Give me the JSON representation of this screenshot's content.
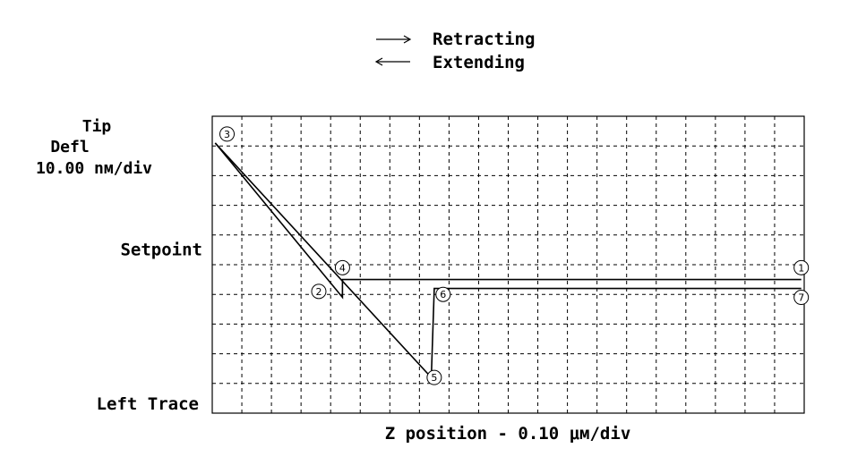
{
  "chart_data": {
    "type": "line",
    "legend": [
      {
        "direction": "right",
        "label": "Retracting"
      },
      {
        "direction": "left",
        "label": "Extending"
      }
    ],
    "ylabel_lines": [
      "Tip",
      "Defl",
      "10.00 nм/div"
    ],
    "xlabel": "Z position - 0.10 μм/div",
    "y_annotations": [
      {
        "label": "Setpoint",
        "y": 5.5
      },
      {
        "label": "Left Trace",
        "y": 0
      }
    ],
    "xlim": [
      0,
      20
    ],
    "ylim": [
      0,
      10
    ],
    "grid": true,
    "series": [
      {
        "points": [
          {
            "x": 0.1,
            "y": 9.1
          },
          {
            "x": 4.4,
            "y": 3.9
          },
          {
            "x": 4.4,
            "y": 4.5
          },
          {
            "x": 19.9,
            "y": 4.5
          }
        ]
      },
      {
        "points": [
          {
            "x": 19.9,
            "y": 4.2
          },
          {
            "x": 7.5,
            "y": 4.2
          },
          {
            "x": 7.4,
            "y": 1.2
          },
          {
            "x": 0.1,
            "y": 9.1
          }
        ]
      }
    ],
    "markers": [
      {
        "label": "1",
        "x": 19.9,
        "y": 4.9
      },
      {
        "label": "2",
        "x": 3.6,
        "y": 4.1
      },
      {
        "label": "3",
        "x": 0.5,
        "y": 9.4
      },
      {
        "label": "4",
        "x": 4.4,
        "y": 4.9
      },
      {
        "label": "5",
        "x": 7.5,
        "y": 1.2
      },
      {
        "label": "6",
        "x": 7.8,
        "y": 4.0
      },
      {
        "label": "7",
        "x": 19.9,
        "y": 3.9
      }
    ]
  }
}
